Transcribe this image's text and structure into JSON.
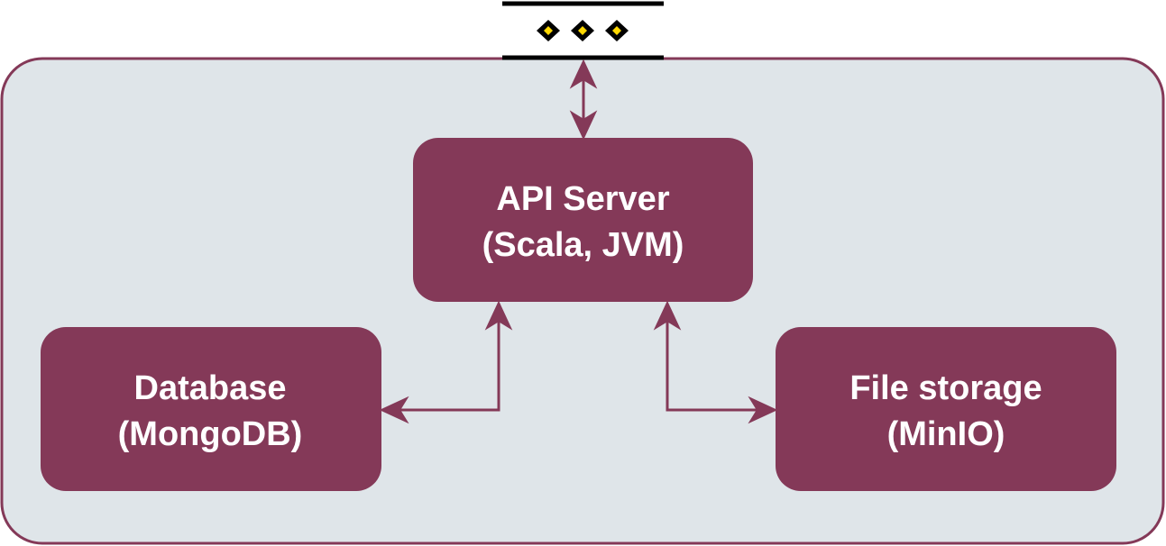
{
  "colors": {
    "boundary_fill": "#dfe5e9",
    "node_fill": "#843958",
    "stroke": "#843958",
    "text": "#ffffff",
    "connector_bar": "#000000",
    "connector_dot": "#ffd700"
  },
  "nodes": {
    "api_server": {
      "line1": "API Server",
      "line2": "(Scala, JVM)"
    },
    "database": {
      "line1": "Database",
      "line2": "(MongoDB)"
    },
    "file_storage": {
      "line1": "File storage",
      "line2": "(MinIO)"
    }
  },
  "edges": [
    {
      "from": "external-interface",
      "to": "api_server",
      "direction": "bidirectional"
    },
    {
      "from": "api_server",
      "to": "database",
      "direction": "bidirectional"
    },
    {
      "from": "api_server",
      "to": "file_storage",
      "direction": "bidirectional"
    }
  ],
  "external_interface": {
    "icon": "ellipsis-interface-icon"
  }
}
